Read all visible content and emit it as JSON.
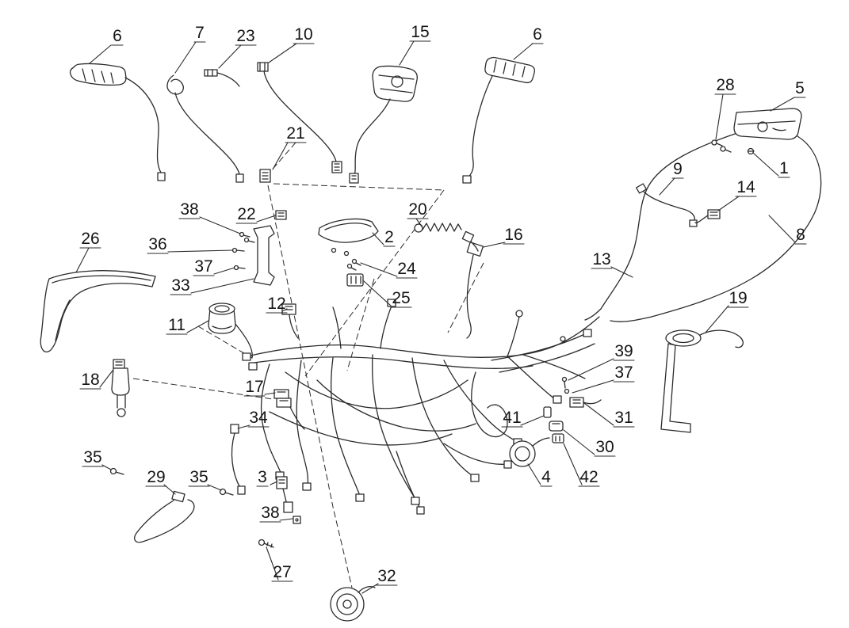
{
  "page": {
    "background_color": "#ffffff",
    "line_color": "#2b2b2b",
    "label_color": "#141414"
  },
  "diagram": {
    "type": "exploded-parts-diagram",
    "subject": "wiring harness parts diagram with numbered callouts",
    "callouts": [
      {
        "label": "6"
      },
      {
        "label": "7"
      },
      {
        "label": "23"
      },
      {
        "label": "10"
      },
      {
        "label": "15"
      },
      {
        "label": "6"
      },
      {
        "label": "28"
      },
      {
        "label": "5"
      },
      {
        "label": "1"
      },
      {
        "label": "9"
      },
      {
        "label": "14"
      },
      {
        "label": "8"
      },
      {
        "label": "21"
      },
      {
        "label": "22"
      },
      {
        "label": "38"
      },
      {
        "label": "36"
      },
      {
        "label": "37"
      },
      {
        "label": "33"
      },
      {
        "label": "26"
      },
      {
        "label": "20"
      },
      {
        "label": "2"
      },
      {
        "label": "16"
      },
      {
        "label": "24"
      },
      {
        "label": "25"
      },
      {
        "label": "13"
      },
      {
        "label": "12"
      },
      {
        "label": "11"
      },
      {
        "label": "19"
      },
      {
        "label": "18"
      },
      {
        "label": "17"
      },
      {
        "label": "39"
      },
      {
        "label": "37"
      },
      {
        "label": "31"
      },
      {
        "label": "34"
      },
      {
        "label": "41"
      },
      {
        "label": "30"
      },
      {
        "label": "35"
      },
      {
        "label": "29"
      },
      {
        "label": "35"
      },
      {
        "label": "3"
      },
      {
        "label": "38"
      },
      {
        "label": "4"
      },
      {
        "label": "42"
      },
      {
        "label": "27"
      },
      {
        "label": "32"
      }
    ]
  }
}
